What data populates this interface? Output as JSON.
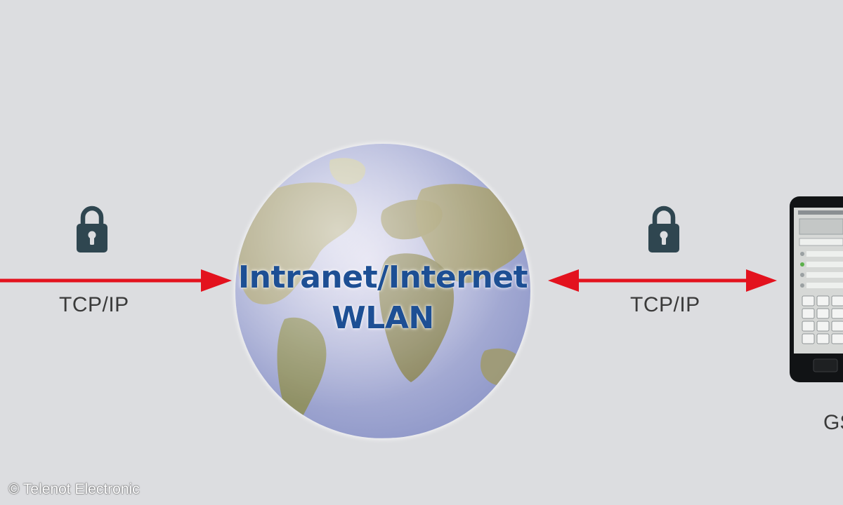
{
  "colors": {
    "background": "#dcdde0",
    "arrow": "#e3121e",
    "lock": "#2f4650",
    "globe_text": "#1d4f94",
    "label": "#3a3a3a"
  },
  "icons": {
    "lock": "padlock-icon",
    "device": "smartphone-icon",
    "globe": "world-globe-icon"
  },
  "left_link": {
    "label": "TCP/IP"
  },
  "right_link": {
    "label": "TCP/IP"
  },
  "globe": {
    "line1": "Intranet/Internet",
    "line2": "WLAN"
  },
  "phone_caption_partial": "GS",
  "copyright": "© Telenot Electronic"
}
